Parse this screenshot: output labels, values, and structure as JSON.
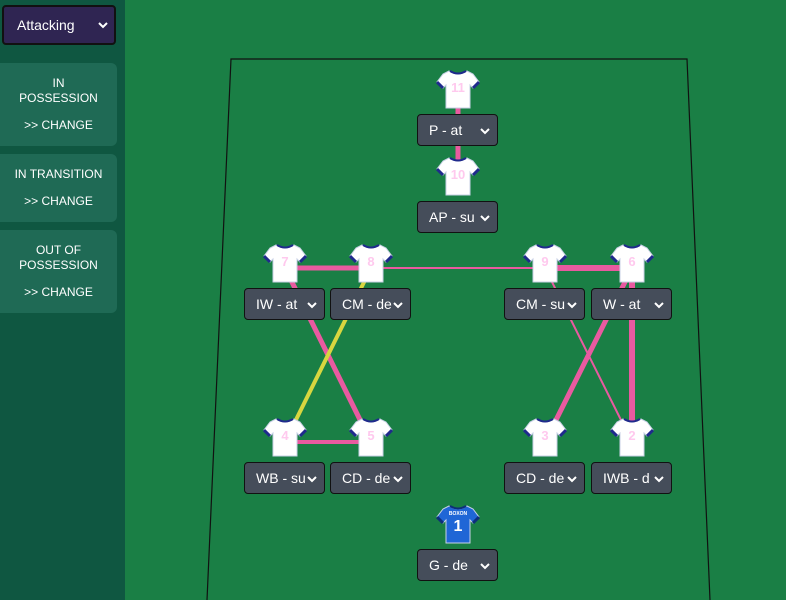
{
  "sidebar": {
    "mentality": "Attacking",
    "phases": [
      {
        "title": "IN POSSESSION",
        "change_label": ">> CHANGE"
      },
      {
        "title": "IN TRANSITION",
        "change_label": ">> CHANGE"
      },
      {
        "title": "OUT OF POSSESSION",
        "change_label": ">> CHANGE"
      }
    ]
  },
  "goalkeeper": {
    "shirt_text": "BOXON",
    "number": "1",
    "role": "G - de"
  },
  "players": [
    {
      "number": "11",
      "role": "P - at"
    },
    {
      "number": "10",
      "role": "AP - su"
    },
    {
      "number": "7",
      "role": "IW - at"
    },
    {
      "number": "8",
      "role": "CM - de"
    },
    {
      "number": "9",
      "role": "CM - su"
    },
    {
      "number": "6",
      "role": "W - at"
    },
    {
      "number": "4",
      "role": "WB - su"
    },
    {
      "number": "5",
      "role": "CD - de"
    },
    {
      "number": "3",
      "role": "CD - de"
    },
    {
      "number": "2",
      "role": "IWB - d"
    }
  ],
  "colors": {
    "pitch": "#1a7f45",
    "sidebar": "#0f5741",
    "link_strong": "#e95aa0",
    "link_yellow": "#d8d640",
    "shirt_number": "#ffc9ee",
    "keeper_shirt": "#1f66d6"
  },
  "icons": {
    "select_chevron": "chevron-down-icon",
    "shirt": "shirt-icon"
  }
}
